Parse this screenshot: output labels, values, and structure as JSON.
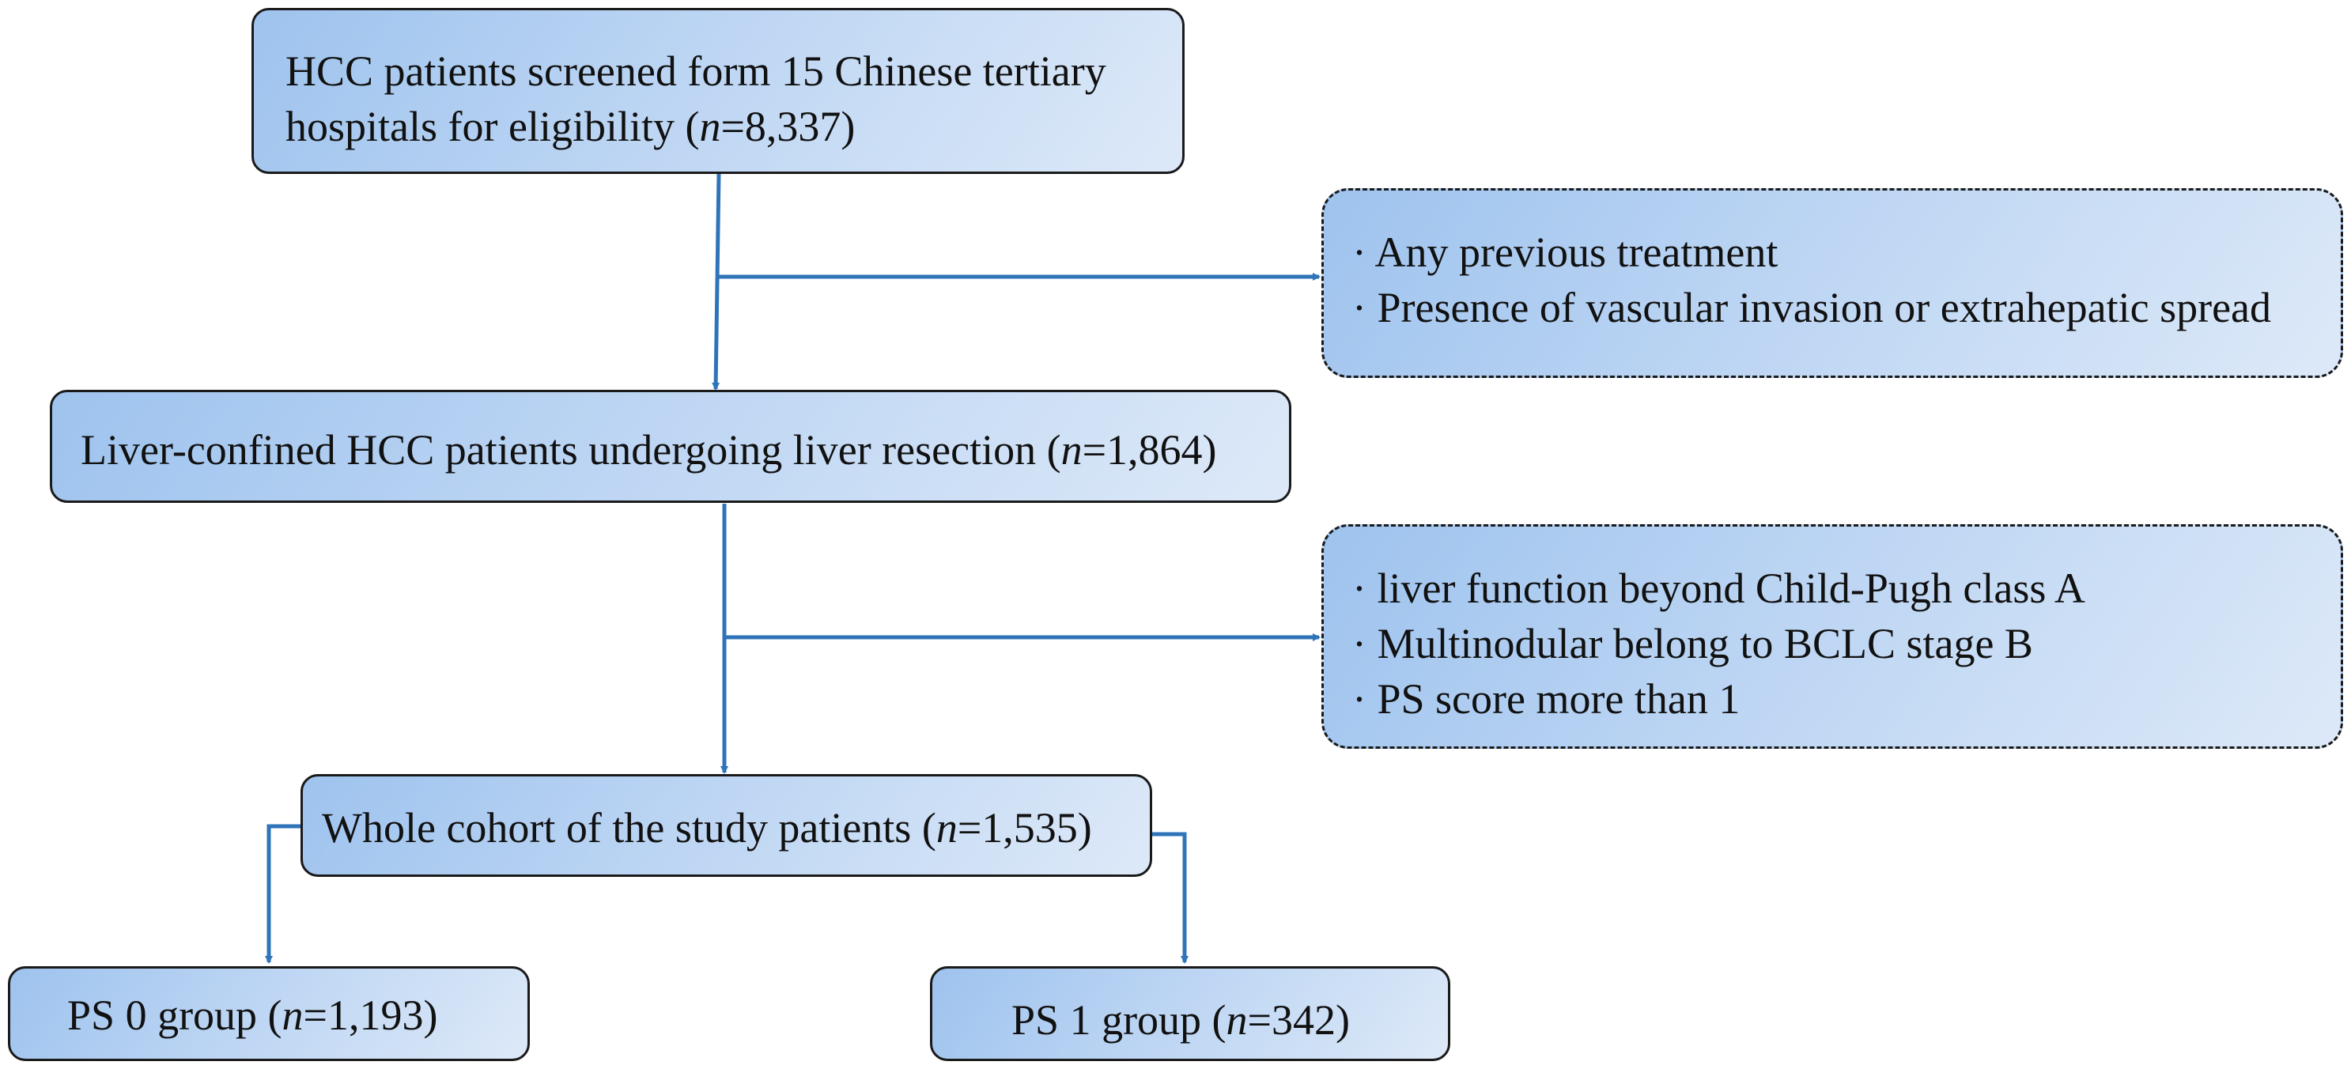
{
  "colors": {
    "arrow": "#2f74b8",
    "border": "#1a1a1a",
    "box_fill_start": "#9ec3ee",
    "box_fill_end": "#dde9f8"
  },
  "boxes": {
    "screened": {
      "line1": "HCC patients screened form 15 Chinese tertiary",
      "line2_prefix": "hospitals for eligibility (",
      "n_symbol": "n",
      "line2_suffix": "=8,337)"
    },
    "exclusion1": {
      "items": [
        "· Any previous treatment",
        "· Presence of vascular invasion or extrahepatic spread"
      ]
    },
    "liver_confined": {
      "prefix": "Liver-confined HCC patients undergoing liver resection (",
      "n_symbol": "n",
      "suffix": "=1,864)"
    },
    "exclusion2": {
      "items": [
        "· liver function beyond Child-Pugh class A",
        "· Multinodular belong to BCLC stage B",
        "· PS score more than 1"
      ]
    },
    "whole_cohort": {
      "prefix": "Whole cohort of the study patients (",
      "n_symbol": "n",
      "suffix": "=1,535)"
    },
    "ps0": {
      "prefix": "PS 0 group (",
      "n_symbol": "n",
      "suffix": "=1,193)"
    },
    "ps1": {
      "prefix": "PS 1 group (",
      "n_symbol": "n",
      "suffix": "=342)"
    }
  }
}
